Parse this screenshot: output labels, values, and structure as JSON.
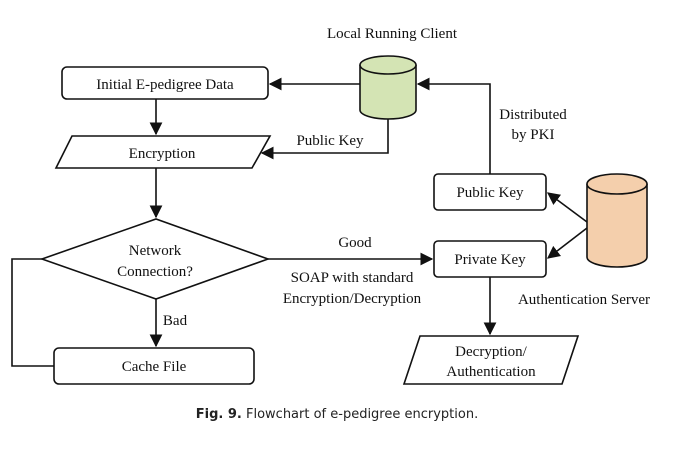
{
  "nodes": {
    "local_client_label": "Local Running Client",
    "initial_data": "Initial E-pedigree Data",
    "encryption": "Encryption",
    "network_line1": "Network",
    "network_line2": "Connection?",
    "cache_file": "Cache File",
    "public_key_box": "Public Key",
    "private_key_box": "Private Key",
    "auth_server_label": "Authentication Server",
    "decryption_line1": "Decryption/",
    "decryption_line2": "Authentication"
  },
  "edges": {
    "public_key_label": "Public Key",
    "distributed_line1": "Distributed",
    "distributed_line2": "by PKI",
    "good_label": "Good",
    "soap_line1": "SOAP with standard",
    "soap_line2": "Encryption/Decryption",
    "bad_label": "Bad"
  },
  "caption": {
    "label": "Fig. 9.",
    "text": " Flowchart of e-pedigree encryption."
  },
  "colors": {
    "client_db": "#d4e4b4",
    "server_db": "#f4cfac"
  }
}
